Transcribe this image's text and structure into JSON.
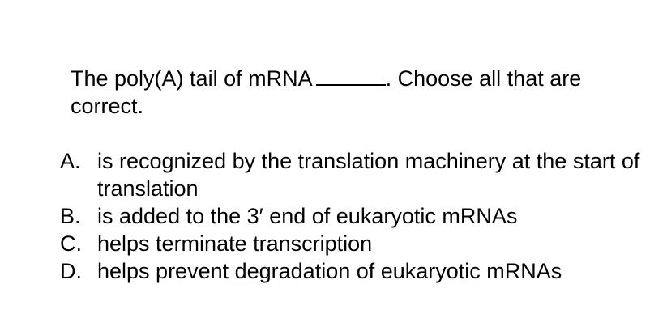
{
  "question": {
    "stem_before": "The poly(A) tail of mRNA",
    "stem_after": ". Choose all that are correct."
  },
  "choices": [
    {
      "letter": "A.",
      "text": "is recognized by the translation machinery at the start of translation"
    },
    {
      "letter": "B.",
      "text": "is added to the 3′ end of eukaryotic mRNAs"
    },
    {
      "letter": "C.",
      "text": "helps terminate transcription"
    },
    {
      "letter": "D.",
      "text": "helps prevent degradation of eukaryotic mRNAs"
    }
  ]
}
